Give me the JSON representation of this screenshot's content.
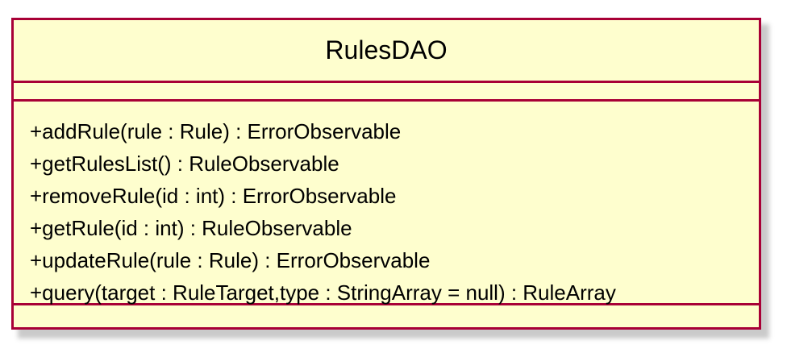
{
  "diagram": {
    "type": "uml-class",
    "class_name": "RulesDAO",
    "attributes": [],
    "operations": [
      "+addRule(rule : Rule) : ErrorObservable",
      "+getRulesList() : RuleObservable",
      "+removeRule(id : int) : ErrorObservable",
      "+getRule(id : int) : RuleObservable",
      "+updateRule(rule : Rule) : ErrorObservable",
      "+query(target : RuleTarget,type : StringArray = null) : RuleArray"
    ]
  },
  "colors": {
    "fill": "#fefece",
    "border": "#a80036",
    "shadow": "#bdbdbd"
  }
}
